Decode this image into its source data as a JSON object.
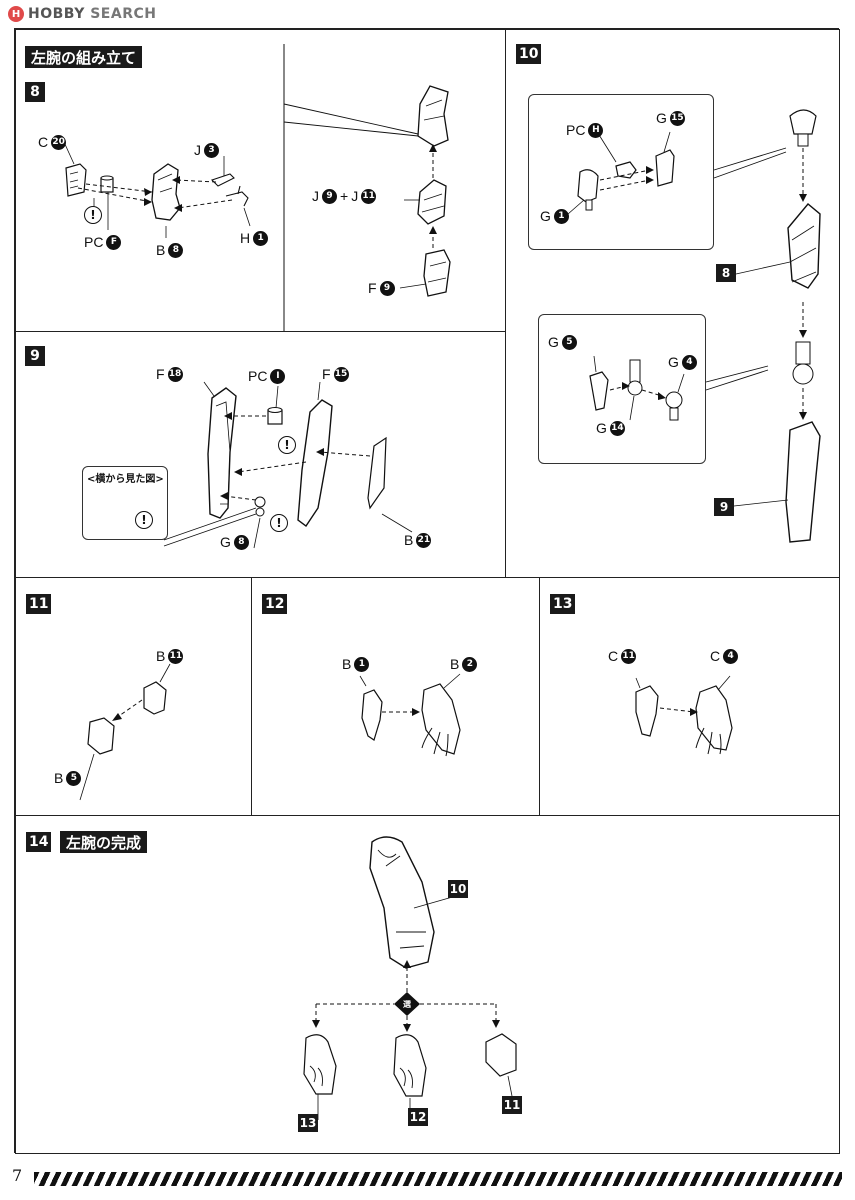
{
  "site": {
    "logo_mark": "H",
    "name": "HOBBY",
    "suffix": " SEARCH"
  },
  "section_title_left_arm": "左腕の組み立て",
  "section_title_complete": "左腕の完成",
  "steps": {
    "s8": {
      "badge": "8",
      "labels": {
        "c20_letter": "C",
        "c20_num": "20",
        "j3_letter": "J",
        "j3_num": "3",
        "pcf_letter": "PC",
        "pcf_num": "F",
        "b8_letter": "B",
        "b8_num": "8",
        "h1_letter": "H",
        "h1_num": "1",
        "j9_letter": "J",
        "j9_num": "9",
        "plus": "+",
        "j11_letter": "J",
        "j11_num": "11",
        "f9_letter": "F",
        "f9_num": "9"
      },
      "warn": "!"
    },
    "s9": {
      "badge": "9",
      "labels": {
        "f18_letter": "F",
        "f18_num": "18",
        "pci_letter": "PC",
        "pci_num": "I",
        "f15_letter": "F",
        "f15_num": "15",
        "b21_letter": "B",
        "b21_num": "21",
        "g8_letter": "G",
        "g8_num": "8"
      },
      "inset_caption": "<横から見た図>",
      "warn": "!"
    },
    "s10": {
      "badge": "10",
      "labels": {
        "pch_letter": "PC",
        "pch_num": "H",
        "g15_letter": "G",
        "g15_num": "15",
        "g1_letter": "G",
        "g1_num": "1",
        "g5_letter": "G",
        "g5_num": "5",
        "g4_letter": "G",
        "g4_num": "4",
        "g14_letter": "G",
        "g14_num": "14"
      },
      "ref8": "8",
      "ref9": "9"
    },
    "s11": {
      "badge": "11",
      "labels": {
        "b11_letter": "B",
        "b11_num": "11",
        "b5_letter": "B",
        "b5_num": "5"
      }
    },
    "s12": {
      "badge": "12",
      "labels": {
        "b1_letter": "B",
        "b1_num": "1",
        "b2_letter": "B",
        "b2_num": "2"
      }
    },
    "s13": {
      "badge": "13",
      "labels": {
        "c11_letter": "C",
        "c11_num": "11",
        "c4_letter": "C",
        "c4_num": "4"
      }
    },
    "s14": {
      "badge": "14",
      "ref10": "10",
      "ref11": "11",
      "ref12": "12",
      "ref13": "13",
      "select_mark": "選"
    }
  },
  "footer": {
    "page_number": "7"
  }
}
